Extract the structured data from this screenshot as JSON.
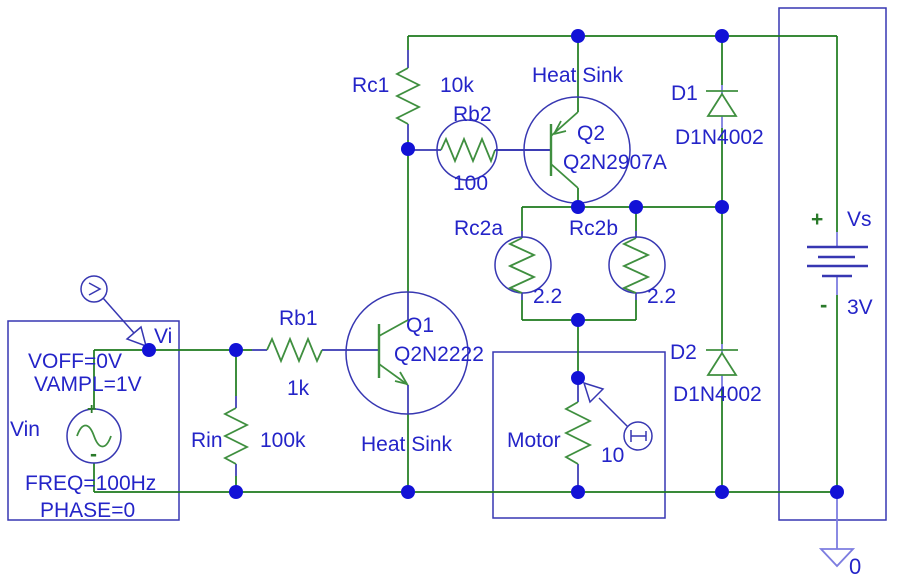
{
  "colors": {
    "background": "#ffffff",
    "wire_green": "#1d7a1d",
    "symbol_green": "#3f8f3f",
    "outline_blue": "#3737b2",
    "pin_light_purple": "#7d7de0",
    "text_blue": "#2424c8",
    "junction_blue": "#1212d6",
    "plus_minus_green": "#2a7a2a"
  },
  "source": {
    "node_label": "Vi",
    "name": "Vin",
    "voff": "VOFF=0V",
    "vampl": "VAMPL=1V",
    "freq": "FREQ=100Hz",
    "phase": "PHASE=0",
    "plus": "+",
    "minus": "-"
  },
  "components": {
    "rin": {
      "label": "Rin",
      "value": "100k"
    },
    "rb1": {
      "label": "Rb1",
      "value": "1k"
    },
    "rc1": {
      "label": "Rc1",
      "value": "10k"
    },
    "rb2": {
      "label": "Rb2",
      "value": "100"
    },
    "q1": {
      "label": "Q1",
      "part": "Q2N2222",
      "heat_sink": "Heat Sink"
    },
    "q2": {
      "label": "Q2",
      "part": "Q2N2907A",
      "heat_sink": "Heat Sink"
    },
    "rc2a": {
      "label": "Rc2a",
      "value": "2.2"
    },
    "rc2b": {
      "label": "Rc2b",
      "value": "2.2"
    },
    "motor": {
      "label": "Motor",
      "value": "10"
    },
    "d1": {
      "label": "D1",
      "part": "D1N4002"
    },
    "d2": {
      "label": "D2",
      "part": "D1N4002"
    },
    "vs": {
      "label": "Vs",
      "value": "3V",
      "plus": "+",
      "minus": "-"
    },
    "ground": {
      "label": "0"
    }
  }
}
